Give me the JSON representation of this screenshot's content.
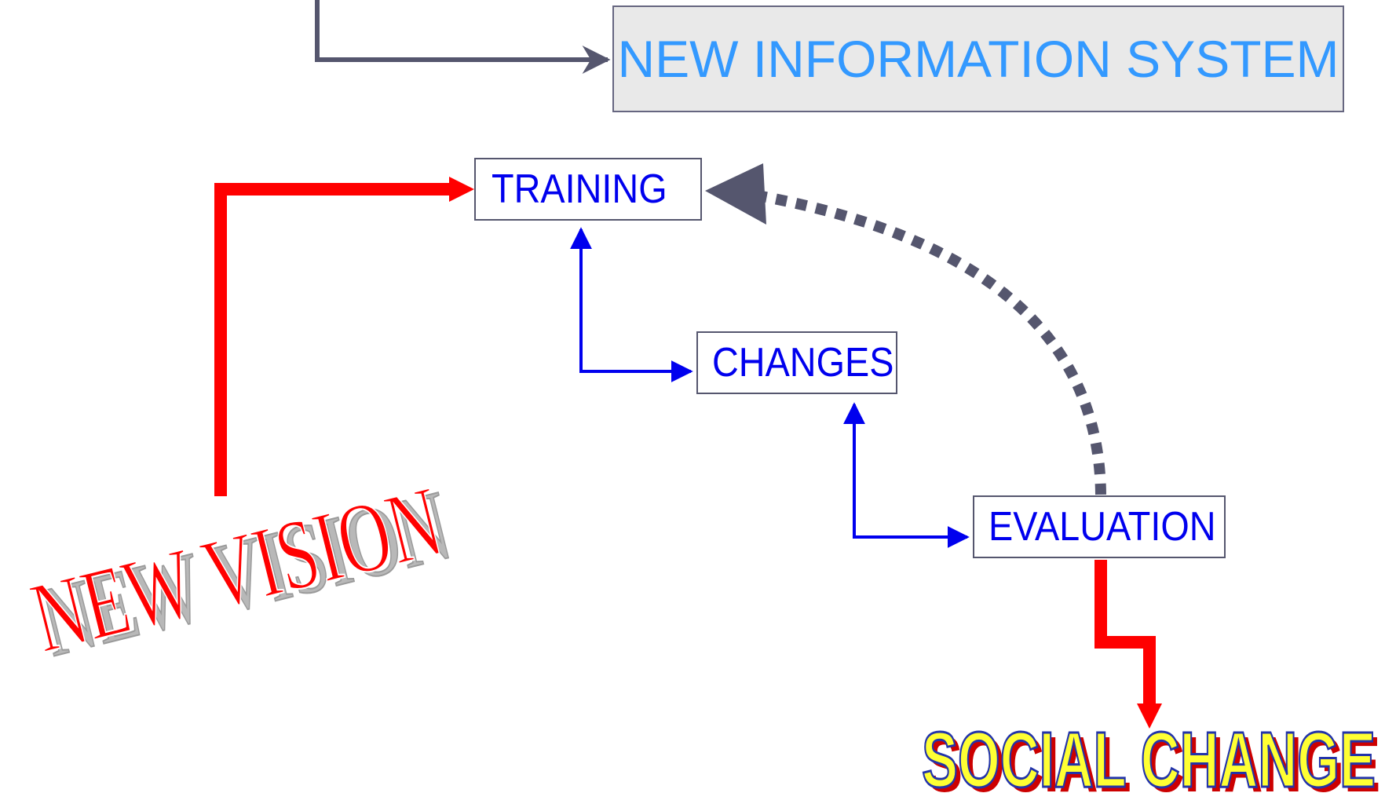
{
  "diagram": {
    "nodes": {
      "new_information_system": "NEW INFORMATION SYSTEM",
      "training": "TRAINING",
      "changes": "CHANGES",
      "evaluation": "EVALUATION"
    },
    "wordart": {
      "new_vision": "NEW VISION",
      "social_change": "SOCIAL CHANGE"
    },
    "edges": [
      {
        "from": "(off-image)",
        "to": "new_information_system",
        "style": "solid-dark"
      },
      {
        "from": "new_vision",
        "to": "training",
        "style": "thick-red"
      },
      {
        "from": "changes",
        "to": "training",
        "style": "thin-blue"
      },
      {
        "from": "evaluation",
        "to": "changes",
        "style": "thin-blue"
      },
      {
        "from": "evaluation",
        "to": "training",
        "style": "dotted-dark-curve"
      },
      {
        "from": "evaluation",
        "to": "social_change",
        "style": "thick-red"
      }
    ]
  },
  "colors": {
    "red": "#ff0000",
    "blue": "#0000ee",
    "dark": "#55566e",
    "light_blue_text": "#3399ff",
    "box_fill": "#e9e9e9",
    "social_change_fill": "#ffff33",
    "social_change_outline": "#2233aa",
    "social_change_shadow": "#cc0000"
  }
}
